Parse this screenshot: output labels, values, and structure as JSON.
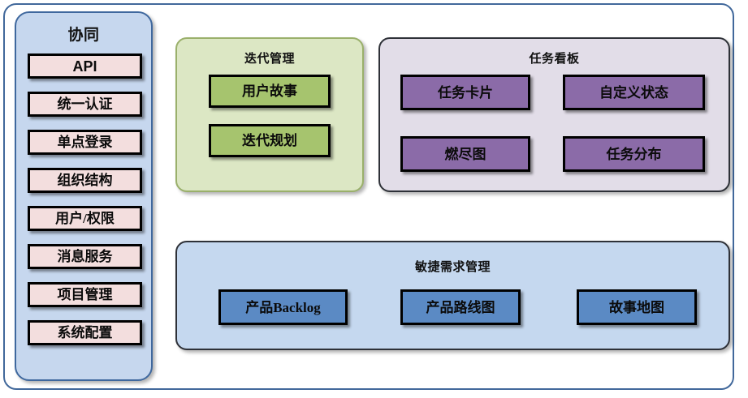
{
  "diagram": {
    "title_hidden": "",
    "groups": {
      "collab": {
        "title": "协同",
        "items": [
          {
            "label": "API"
          },
          {
            "label": "统一认证"
          },
          {
            "label": "单点登录"
          },
          {
            "label": "组织结构"
          },
          {
            "label": "用户/权限"
          },
          {
            "label": "消息服务"
          },
          {
            "label": "项目管理"
          },
          {
            "label": "系统配置"
          }
        ]
      },
      "iteration": {
        "title": "迭代管理",
        "items": [
          {
            "label": "用户故事"
          },
          {
            "label": "迭代规划"
          }
        ]
      },
      "kanban": {
        "title": "任务看板",
        "items": [
          {
            "label": "任务卡片"
          },
          {
            "label": "自定义状态"
          },
          {
            "label": "燃尽图"
          },
          {
            "label": "任务分布"
          }
        ]
      },
      "agile": {
        "title": "敏捷需求管理",
        "items": [
          {
            "label": "产品Backlog"
          },
          {
            "label": "产品路线图"
          },
          {
            "label": "故事地图"
          }
        ]
      }
    },
    "colors": {
      "frame_border": "#41689B",
      "collab_bg": "#C6D7EE",
      "collab_border": "#3F689E",
      "collab_item_bg": "#F3DEDE",
      "iteration_bg": "#DCE7C4",
      "iteration_border": "#9AB06B",
      "iteration_item_bg": "#A6C46E",
      "kanban_bg": "#E2DDE8",
      "kanban_item_bg": "#8B6BA8",
      "agile_bg": "#C5D8EF",
      "agile_item_bg": "#5B8AC4",
      "node_border": "#000000"
    }
  }
}
